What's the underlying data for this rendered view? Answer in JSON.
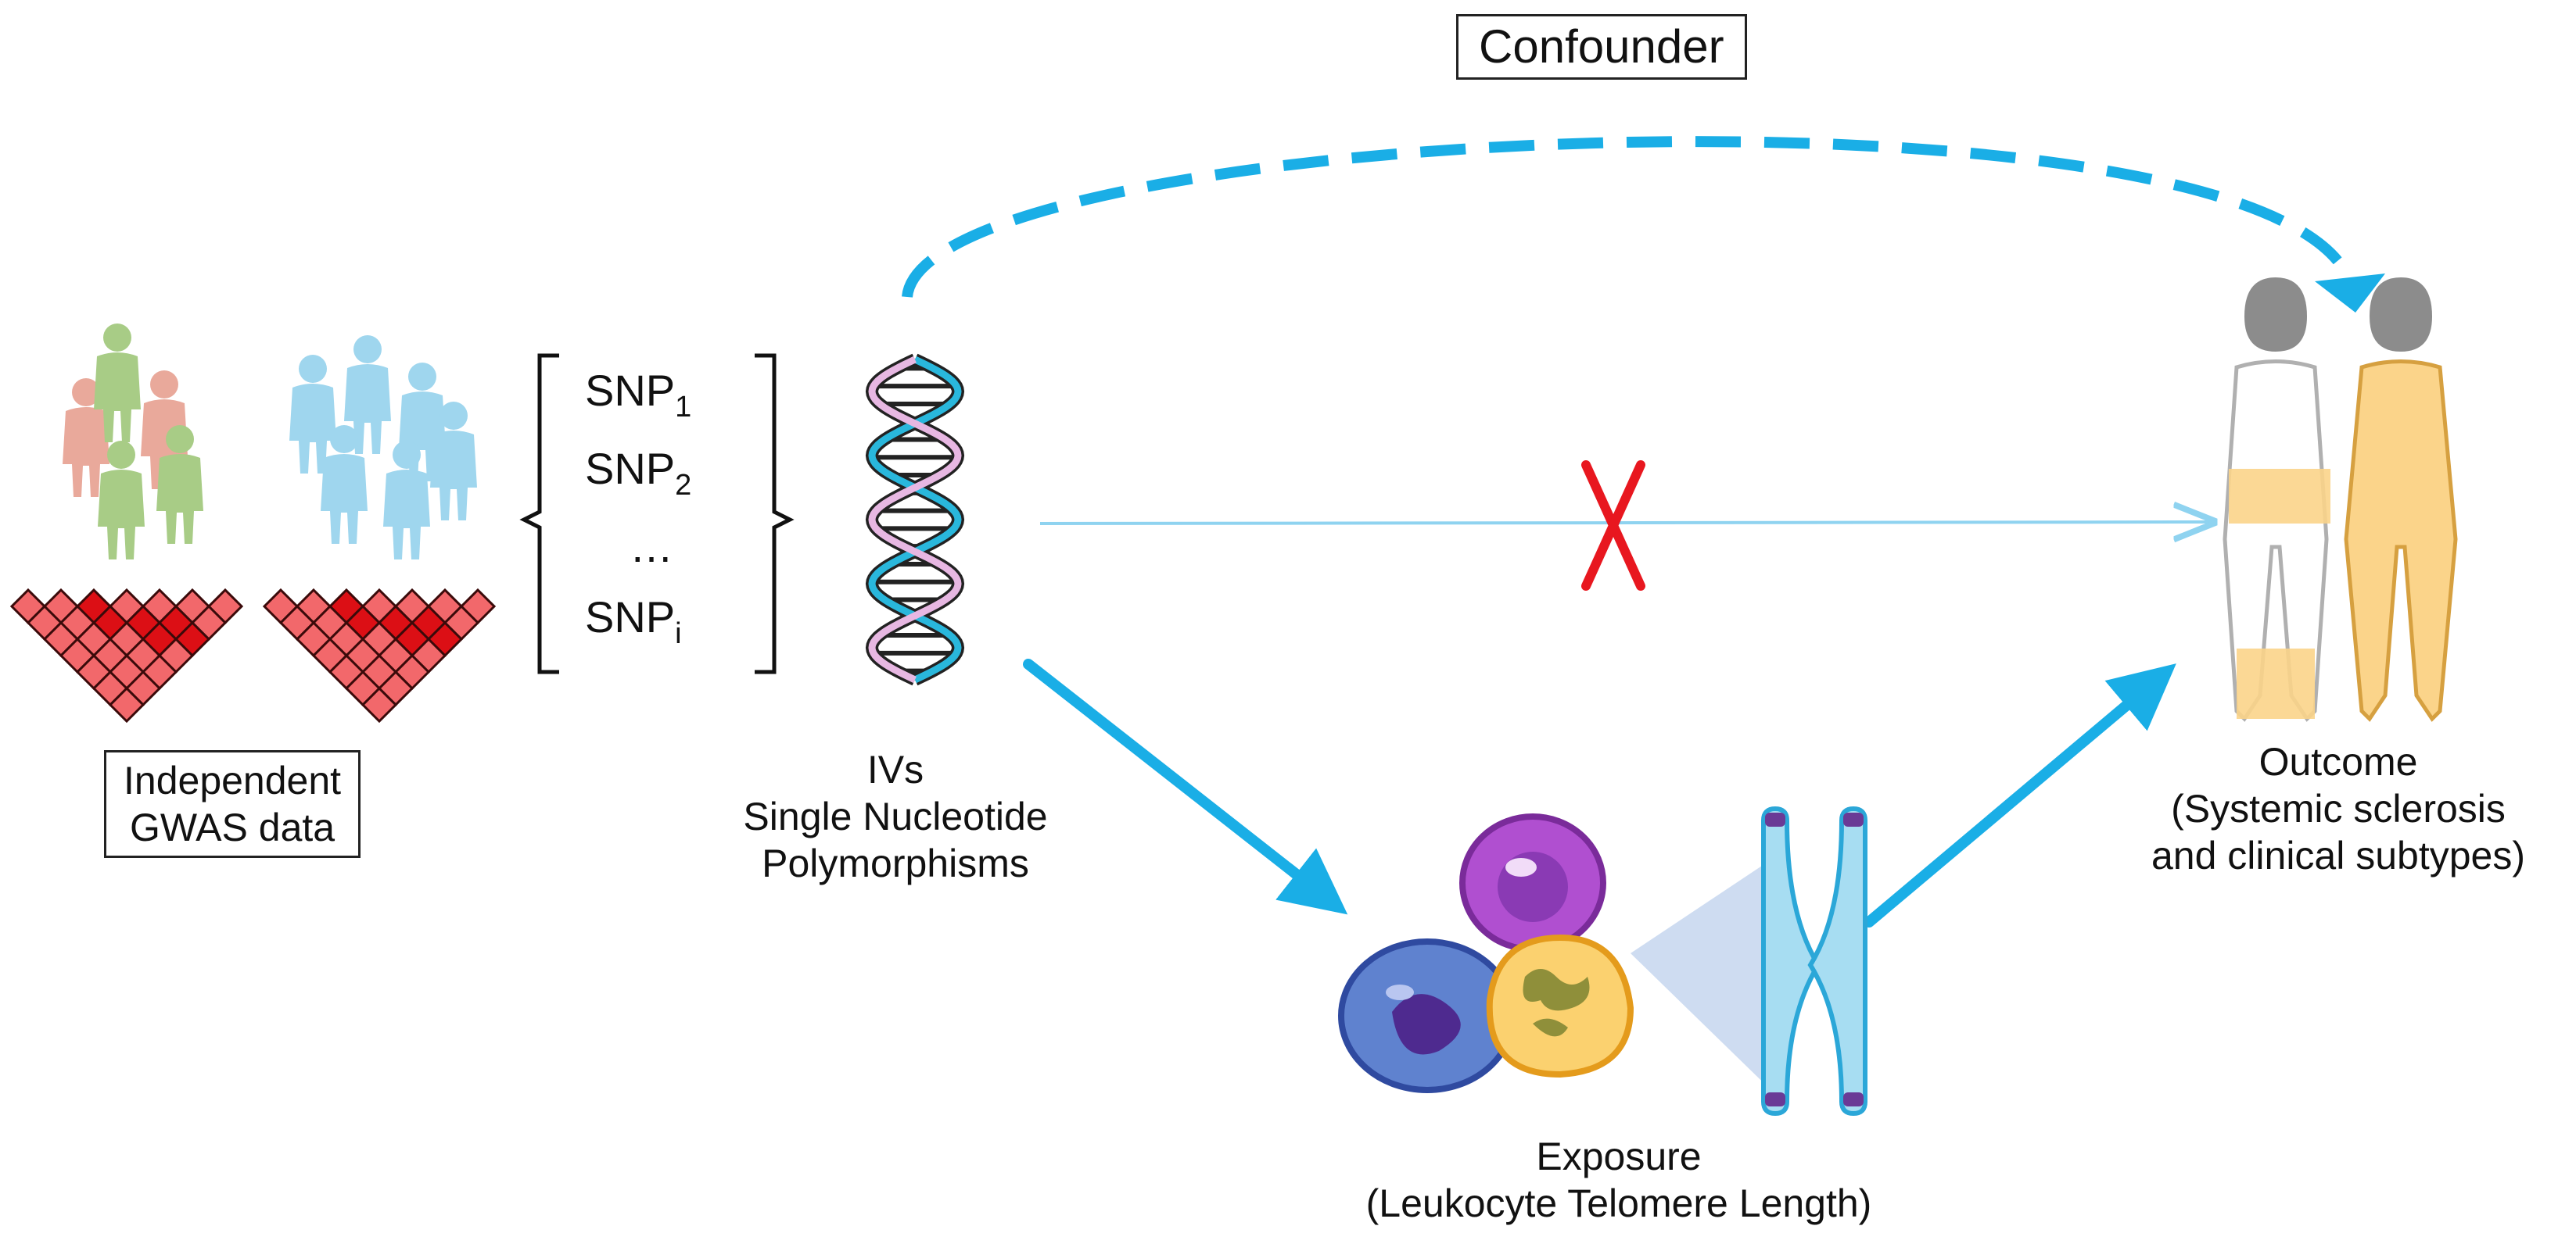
{
  "confounder": {
    "label": "Confounder"
  },
  "gwas": {
    "line1": "Independent",
    "line2": "GWAS data"
  },
  "snps": [
    {
      "base": "SNP",
      "sub": "1"
    },
    {
      "base": "SNP",
      "sub": "2"
    },
    {
      "base": "…",
      "sub": ""
    },
    {
      "base": "SNP",
      "sub": "i"
    }
  ],
  "ivs": {
    "line1": "IVs",
    "line2": "Single Nucleotide",
    "line3": "Polymorphisms"
  },
  "exposure": {
    "line1": "Exposure",
    "line2": "(Leukocyte Telomere Length)"
  },
  "outcome": {
    "line1": "Outcome",
    "line2": "(Systemic sclerosis",
    "line3": "and clinical subtypes)"
  },
  "colors": {
    "arrow_blue": "#1aaee6",
    "direct_line": "#8fd3f0",
    "cross": "#e8171f",
    "ld_red": "#f2686b",
    "ld_dark": "#dc0f15",
    "people_pink": "#e9a99b",
    "people_green": "#a8cc86",
    "people_blue": "#9fd6ee",
    "outcome_tan": "#fbd48a"
  },
  "icons": [
    "people-group-icon",
    "ld-heatmap-icon",
    "dna-helix-icon",
    "leukocyte-cells-icon",
    "chromosome-icon",
    "human-body-icon"
  ]
}
